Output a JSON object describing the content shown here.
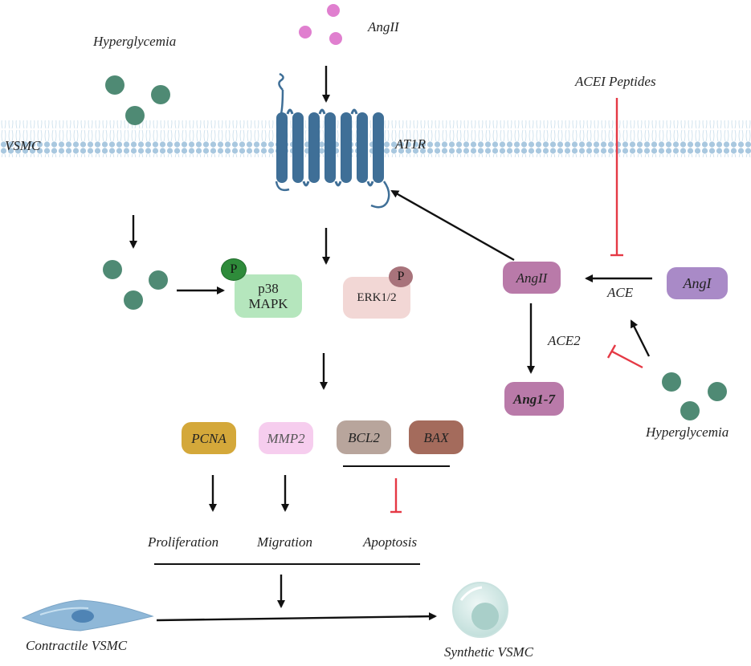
{
  "labels": {
    "hyperglycemia_top": "Hyperglycemia",
    "angii_ligand": "AngII",
    "acei_peptides": "ACEI Peptides",
    "vsmc_membrane": "VSMC",
    "receptor": "AT1R",
    "ace": "ACE",
    "ace2": "ACE2",
    "hyperglycemia_right": "Hyperglycemia",
    "proliferation": "Proliferation",
    "migration": "Migration",
    "apoptosis": "Apoptosis",
    "contractile_vsmc": "Contractile VSMC",
    "synthetic_vsmc": "Synthetic VSMC"
  },
  "nodes": {
    "p38_line1": "p38",
    "p38_line2": "MAPK",
    "erk": "ERK1/2",
    "phospho": "P",
    "angii_box": "AngII",
    "angi_box": "AngI",
    "ang17_box": "Ang1-7",
    "pcna": "PCNA",
    "mmp2": "MMP2",
    "bcl2": "BCL2",
    "bax": "BAX"
  },
  "colors": {
    "glucose": "#4f8a74",
    "angii_particle": "#e07fcf",
    "membrane": "#a9c8df",
    "receptor": "#3f6f97",
    "p38": "#b5e6bd",
    "phospho_p38": "#2e8b3a",
    "erk": "#f2d7d5",
    "phospho_erk": "#a8737b",
    "angii_box": "#b97aa9",
    "angi_box": "#a98ac7",
    "ang17_box": "#b97aa9",
    "pcna": "#d4a83a",
    "mmp2": "#f6cdee",
    "bcl2": "#b8a59c",
    "bax": "#a46b5c",
    "inhibit": "#e53945",
    "contractile_cell": "#8fb8d8",
    "synthetic_cell": "#cfe6e3"
  }
}
